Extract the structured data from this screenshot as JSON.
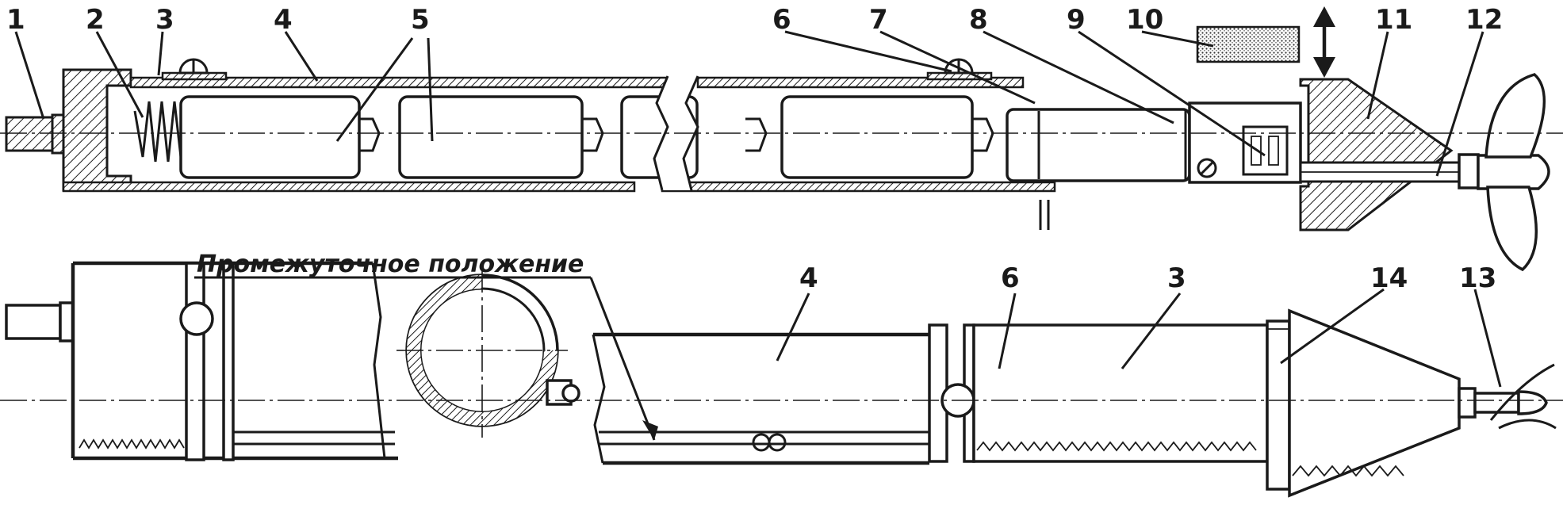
{
  "labels": {
    "top": [
      "1",
      "2",
      "3",
      "4",
      "5",
      "6",
      "7",
      "8",
      "9",
      "10",
      "11",
      "12"
    ],
    "bottom": [
      "4",
      "6",
      "3",
      "14",
      "13"
    ]
  },
  "caption": "Промежуточное положение"
}
